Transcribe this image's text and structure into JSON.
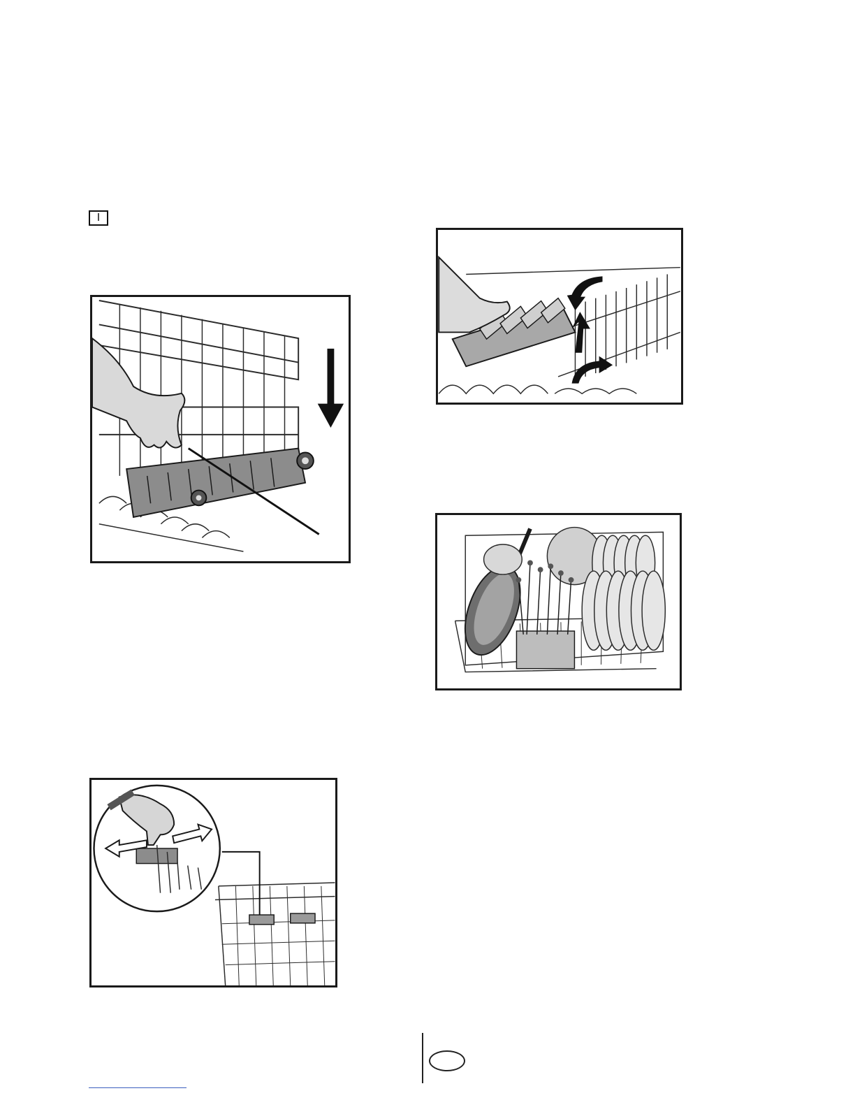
{
  "page": {
    "marker_label": "I"
  },
  "figures": [
    {
      "name": "fig-lower-rack-hinge",
      "subject": "hand-pressing-foldable-rack-clip"
    },
    {
      "name": "fig-upper-rack-folding",
      "subject": "hand-folding-cup-shelf"
    },
    {
      "name": "fig-loaded-basket",
      "subject": "dishes-pans-cutlery-basket"
    },
    {
      "name": "fig-height-adjust",
      "subject": "hand-sliding-rack-clip-magnified"
    }
  ],
  "colors": {
    "frame": "#1a1a1a",
    "line_art": "#2b2b2b",
    "shade": "#9a9a9a",
    "footer_link": "#3a5fbf"
  },
  "icons": [
    "arrow-down-icon",
    "arrow-curved-icon",
    "arrow-double-icon"
  ]
}
